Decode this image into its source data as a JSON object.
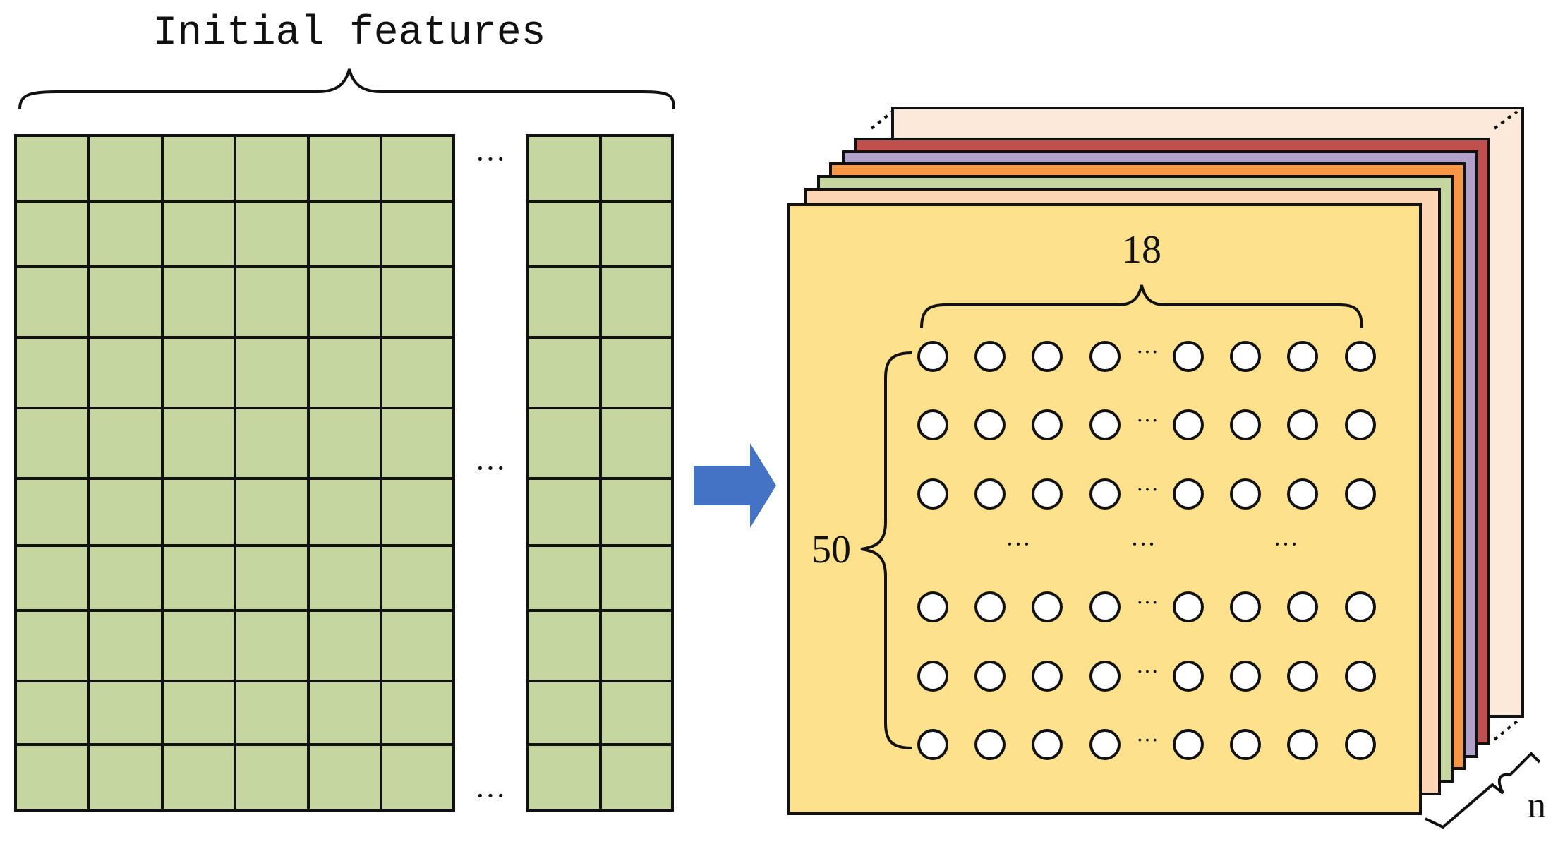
{
  "left": {
    "title": "Initial features",
    "ellipsis": "···",
    "cell_color": "#c5d6a1",
    "grid_line_color": "#111111"
  },
  "arrow": {
    "color": "#4472c4"
  },
  "right": {
    "width_label": "18",
    "height_label": "50",
    "depth_label": "n",
    "dots_inline": "···",
    "dots_row": "···",
    "layer_colors": [
      "#fde9d9",
      "#c0504d",
      "#b1a0c7",
      "#f79646",
      "#c5d6a1",
      "#fcd5b4",
      "#fde18c"
    ]
  }
}
